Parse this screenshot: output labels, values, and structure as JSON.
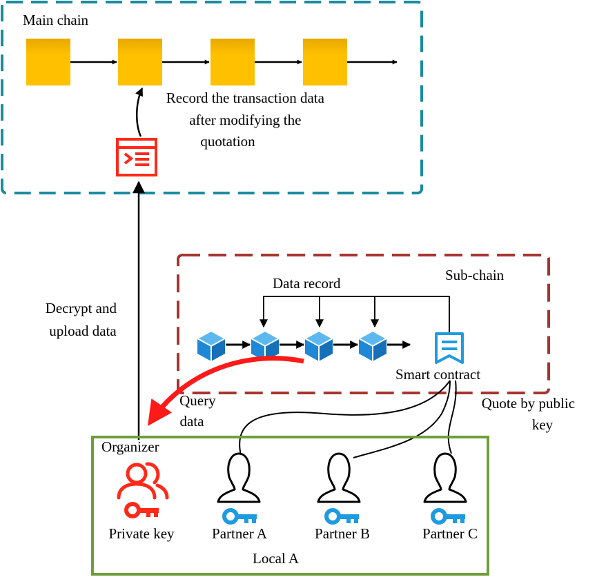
{
  "main_chain": {
    "title": "Main chain",
    "caption_lines": [
      "Record the transaction data",
      "after modifying the",
      "quotation"
    ],
    "block_color": "#FFC000",
    "border_color": "#1B8BA0"
  },
  "sub_chain": {
    "title": "Sub-chain",
    "data_record_label": "Data record",
    "smart_contract_label": "Smart contract",
    "border_color": "#A5352F",
    "cube_color": "#1E88D6"
  },
  "left_flow": {
    "decrypt_lines": [
      "Decrypt and",
      "upload data"
    ],
    "query_lines": [
      "Query",
      "data"
    ],
    "query_arrow_color": "#FF1A1A"
  },
  "quote_lines": [
    "Quote by public",
    "key"
  ],
  "local": {
    "title": "Local A",
    "border_color": "#6E9E3A",
    "organizer_label": "Organizer",
    "organizer_color": "#FF2A1A",
    "partner_key_color": "#1E9BE0",
    "members": [
      {
        "name": "Private key",
        "role": "organizer",
        "icon": "users-icon"
      },
      {
        "name": "Partner A",
        "role": "partner",
        "icon": "user-icon"
      },
      {
        "name": "Partner B",
        "role": "partner",
        "icon": "user-icon"
      },
      {
        "name": "Partner C",
        "role": "partner",
        "icon": "user-icon"
      }
    ]
  },
  "icons": {
    "record": "record-doc-icon",
    "contract": "contract-doc-icon",
    "key": "key-icon",
    "cube": "cube-icon"
  }
}
